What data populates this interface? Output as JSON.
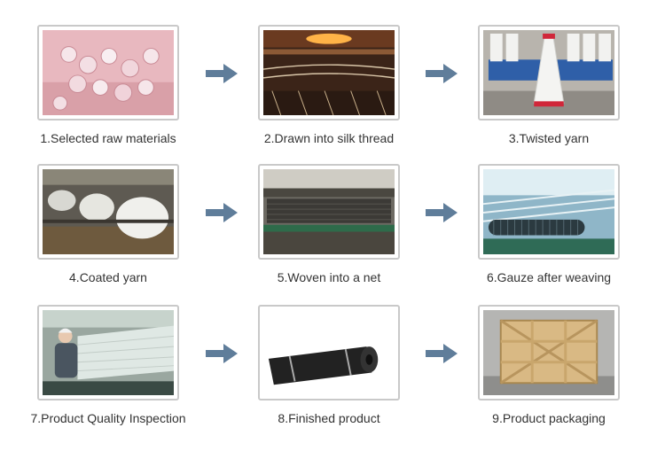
{
  "steps": [
    {
      "label": "1.Selected raw materials"
    },
    {
      "label": "2.Drawn into silk thread"
    },
    {
      "label": "3.Twisted yarn"
    },
    {
      "label": "4.Coated yarn"
    },
    {
      "label": "5.Woven into a net"
    },
    {
      "label": "6.Gauze after weaving"
    },
    {
      "label": "7.Product Quality Inspection"
    },
    {
      "label": "8.Finished product"
    },
    {
      "label": "9.Product packaging"
    }
  ],
  "colors": {
    "arrow": "#5f7d9a",
    "frame_border": "#c9c9c9",
    "caption": "#333333"
  }
}
